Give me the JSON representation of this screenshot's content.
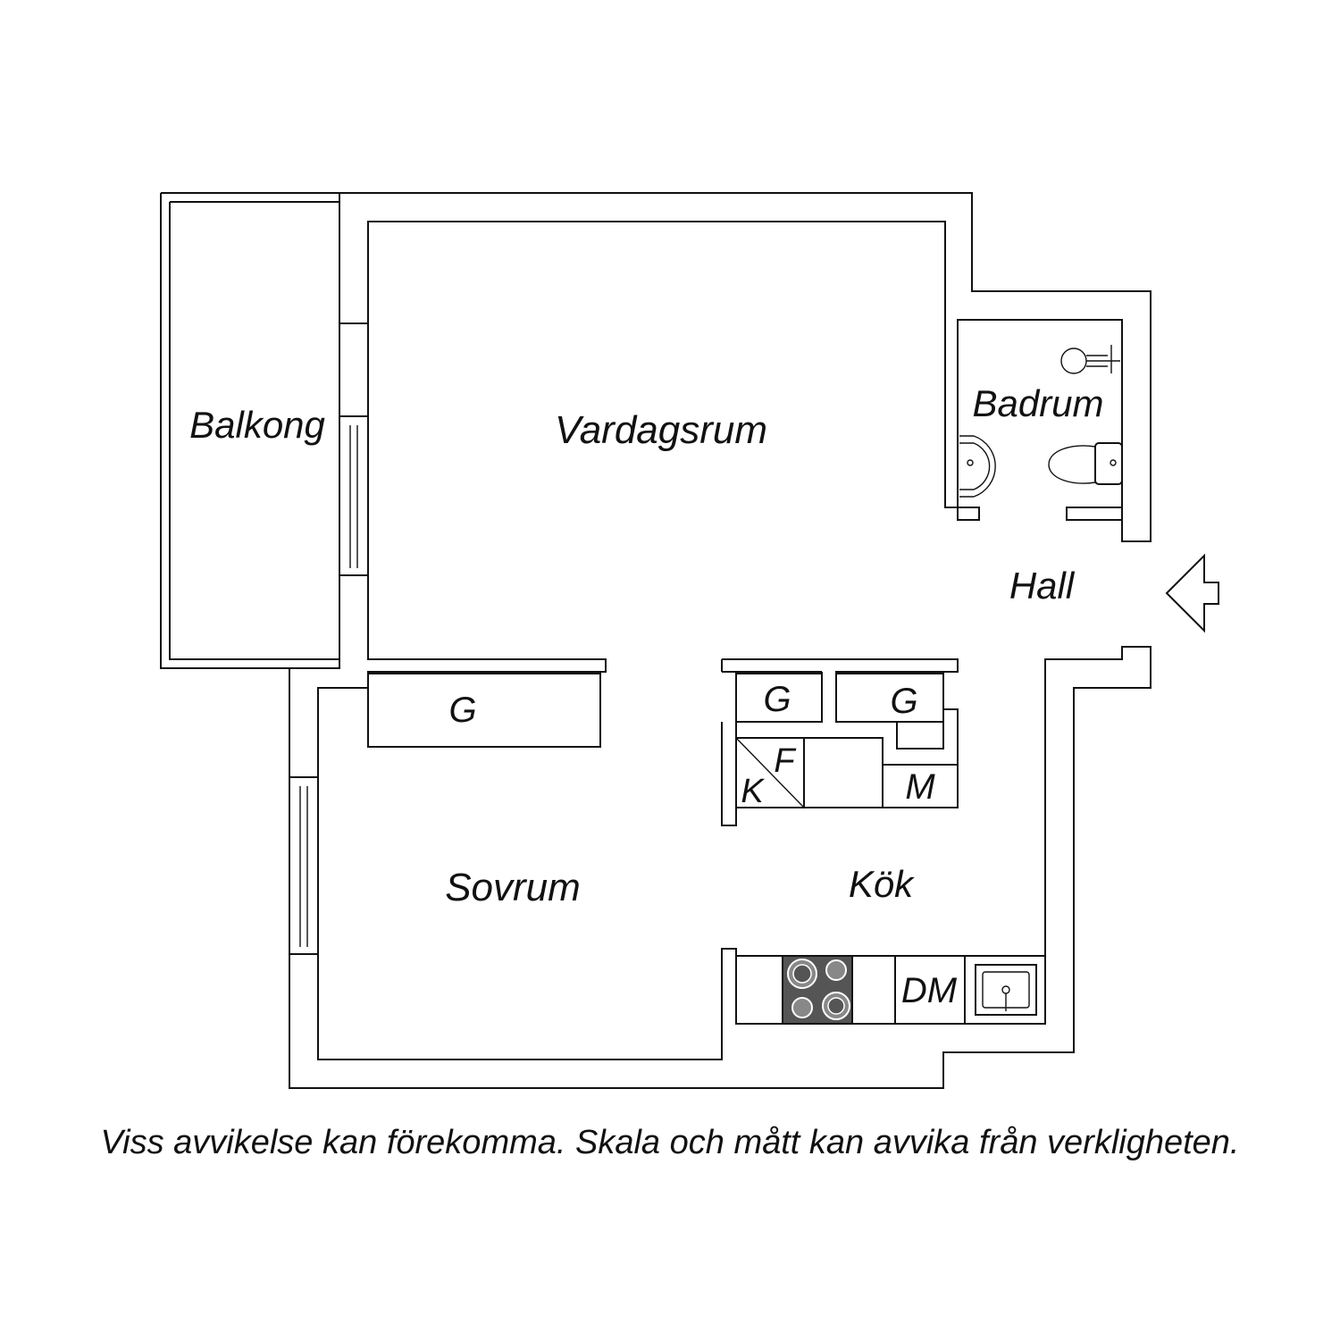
{
  "rooms": {
    "balkong": "Balkong",
    "vardagsrum": "Vardagsrum",
    "badrum": "Badrum",
    "hall": "Hall",
    "sovrum": "Sovrum",
    "kok": "Kök"
  },
  "fixtures": {
    "closet_g": "G",
    "fridge_k": "K",
    "freezer_f": "F",
    "microwave_m": "M",
    "dishwasher_dm": "DM"
  },
  "disclaimer": "Viss avvikelse kan förekomma. Skala och mått kan avvika från verkligheten.",
  "colors": {
    "line": "#111111",
    "stove": "#555555",
    "background": "#ffffff"
  },
  "icons": {
    "entrance": "entrance-arrow-icon",
    "toilet": "toilet-icon",
    "sink": "sink-icon",
    "shower": "shower-icon"
  }
}
